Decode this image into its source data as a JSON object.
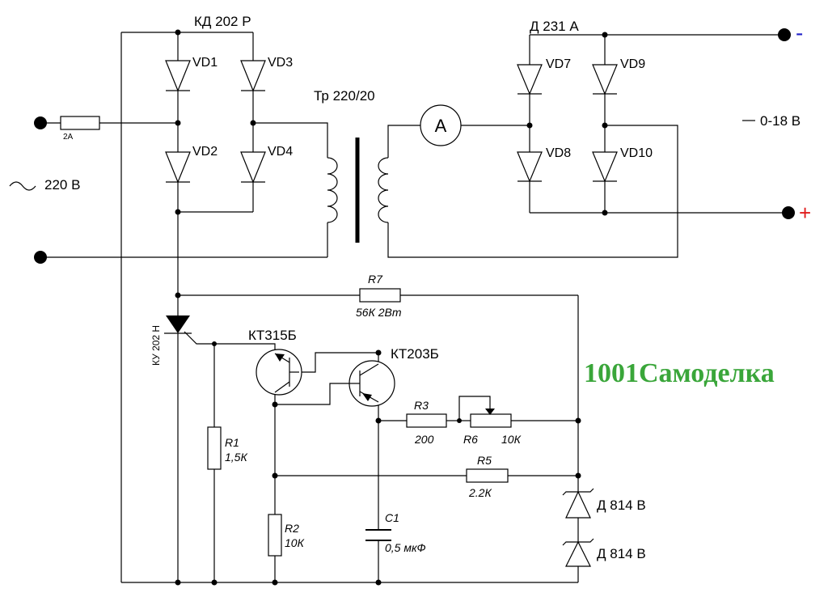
{
  "labels": {
    "bridge_in": "КД 202 Р",
    "vd1": "VD1",
    "vd2": "VD2",
    "vd3": "VD3",
    "vd4": "VD4",
    "fuse": "2A",
    "ac_in": "220 В",
    "transformer": "Тр 220/20",
    "ammeter": "A",
    "bridge_out": "Д 231 А",
    "vd7": "VD7",
    "vd8": "VD8",
    "vd9": "VD9",
    "vd10": "VD10",
    "out_minus": "-",
    "out_plus": "+",
    "out_range": "0-18 В",
    "r7": "R7",
    "r7_val": "56К 2Вт",
    "thyristor": "КУ 202 Н",
    "q1": "КТ315Б",
    "q2": "КТ203Б",
    "r1": "R1",
    "r1_val": "1,5К",
    "r2": "R2",
    "r2_val": "10К",
    "r3": "R3",
    "r3_val": "200",
    "r6": "R6",
    "r6_val": "10К",
    "r5": "R5",
    "r5_val": "2.2К",
    "c1": "C1",
    "c1_val": "0,5 мкФ",
    "zener1": "Д 814 В",
    "zener2": "Д 814 В",
    "watermark": "1001Самоделка"
  },
  "colors": {
    "wire": "#000000",
    "minus_terminal": "#2323c8",
    "plus_terminal": "#e01a1a",
    "watermark": "#3aa63a"
  }
}
